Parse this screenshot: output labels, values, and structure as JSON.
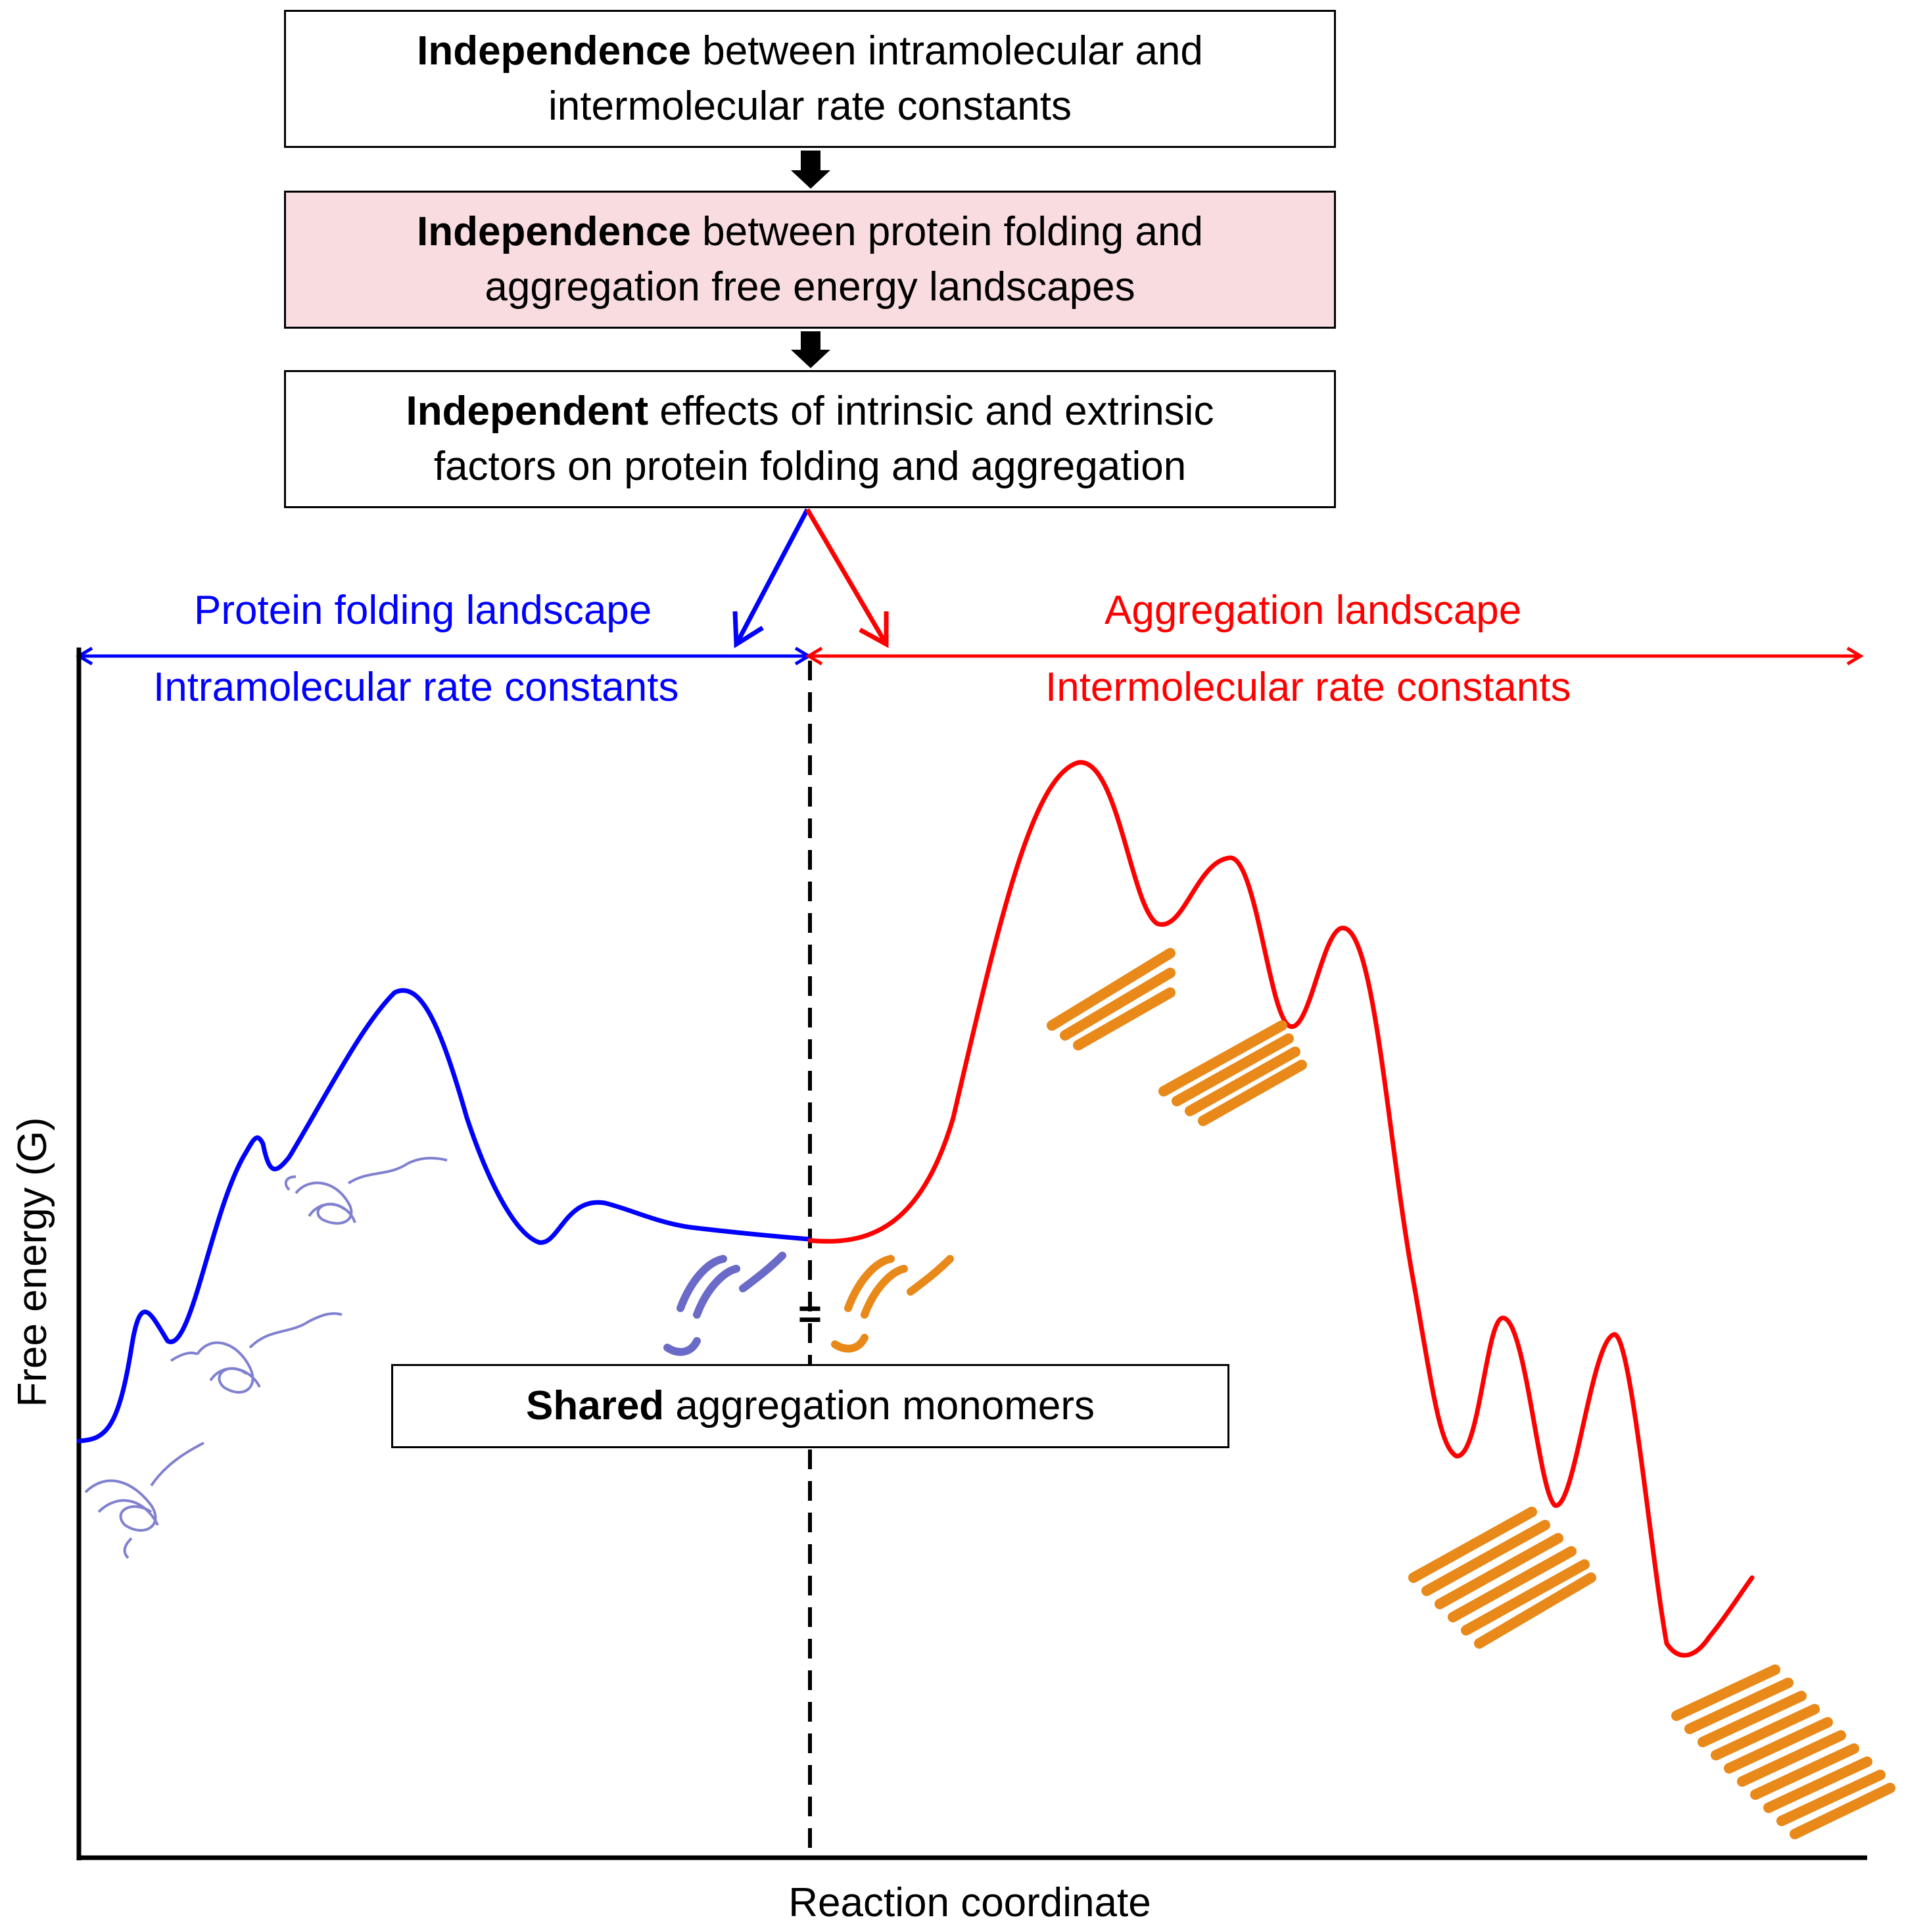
{
  "flow": {
    "box1": {
      "bold": "Independence",
      "rest": " between intramolecular and",
      "line2": "intermolecular rate constants"
    },
    "box2": {
      "bold": "Independence",
      "rest": " between protein folding and",
      "line2": "aggregation free energy landscapes"
    },
    "box3": {
      "bold": "Independent",
      "rest": " effects of intrinsic and extrinsic",
      "line2": "factors on protein folding and aggregation"
    }
  },
  "folding": {
    "title": "Protein folding landscape",
    "subtitle": "Intramolecular rate constants",
    "color": "#0000ff"
  },
  "aggregation": {
    "title": "Aggregation landscape",
    "subtitle": "Intermolecular rate constants",
    "color": "#ff0000"
  },
  "shared": {
    "bold": "Shared",
    "rest": " aggregation monomers",
    "equals": "="
  },
  "axes": {
    "ylabel": "Free energy (G)",
    "xlabel": "Reaction coordinate"
  },
  "colors": {
    "protein_blue": "#6a6ac8",
    "fibril_orange": "#e8891a",
    "box_highlight": "#f9dcdf"
  }
}
